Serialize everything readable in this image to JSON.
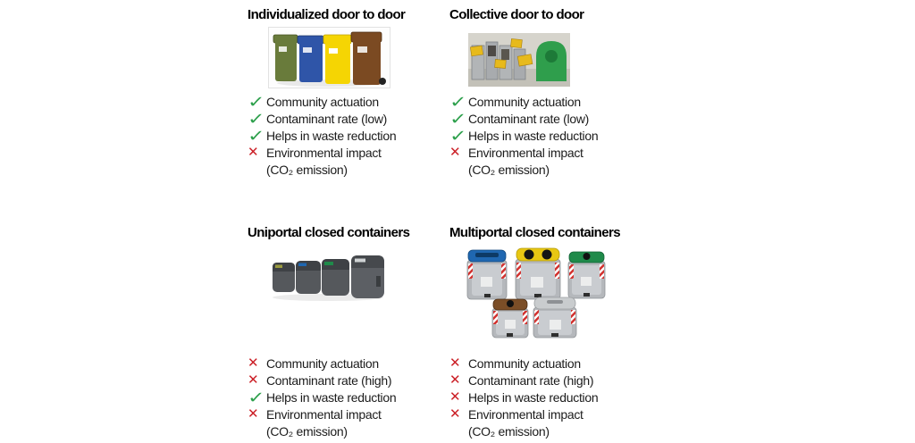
{
  "colors": {
    "text": "#1b1b1b",
    "check": "#2da04c",
    "cross": "#cb2027",
    "bin_green": "#697b3b",
    "bin_blue": "#2f55a8",
    "bin_yellow": "#f5d503",
    "bin_brown": "#7b4a22",
    "igloo_green": "#2f9e4c",
    "crate_yellow": "#e7ba1c",
    "uni_body": "#55585c",
    "mp_body": "#b5b8bc",
    "lid_blue": "#1f67b1",
    "lid_yellow": "#e8c713",
    "lid_green": "#1f8a4a",
    "lid_brown": "#7b4e27",
    "lid_silver": "#c9ccce",
    "hazard_red": "#d2312e"
  },
  "panels": [
    {
      "id": "individualized",
      "title": "Individualized door to door",
      "items": [
        {
          "icon": "check",
          "label": "Community actuation"
        },
        {
          "icon": "check",
          "label": "Contaminant rate (low)"
        },
        {
          "icon": "check",
          "label": "Helps in waste reduction"
        },
        {
          "icon": "cross",
          "label": "Environmental impact",
          "sub": "(CO₂ emission)"
        }
      ]
    },
    {
      "id": "collective",
      "title": "Collective door to door",
      "items": [
        {
          "icon": "check",
          "label": "Community actuation"
        },
        {
          "icon": "check",
          "label": "Contaminant rate (low)"
        },
        {
          "icon": "check",
          "label": "Helps in waste reduction"
        },
        {
          "icon": "cross",
          "label": "Environmental impact",
          "sub": "(CO₂ emission)"
        }
      ]
    },
    {
      "id": "uniportal",
      "title": "Uniportal closed containers",
      "items": [
        {
          "icon": "cross",
          "label": "Community actuation"
        },
        {
          "icon": "cross",
          "label": "Contaminant rate (high)"
        },
        {
          "icon": "check",
          "label": "Helps in waste reduction"
        },
        {
          "icon": "cross",
          "label": "Environmental impact",
          "sub": "(CO₂ emission)"
        }
      ]
    },
    {
      "id": "multiportal",
      "title": "Multiportal closed containers",
      "items": [
        {
          "icon": "cross",
          "label": "Community actuation"
        },
        {
          "icon": "cross",
          "label": "Contaminant rate (high)"
        },
        {
          "icon": "cross",
          "label": "Helps in waste reduction"
        },
        {
          "icon": "cross",
          "label": "Environmental impact",
          "sub": "(CO₂ emission)"
        }
      ]
    }
  ]
}
